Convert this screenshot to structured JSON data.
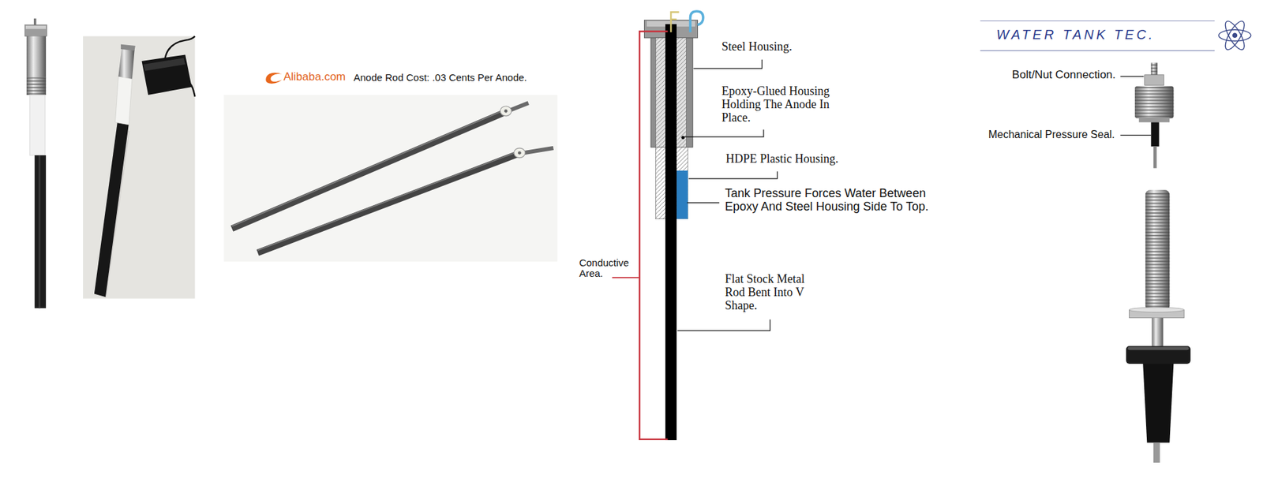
{
  "diagram": {
    "labels": [
      "Alibaba.com",
      "Anode Rod Cost: .03 Cents Per Anode.",
      "Steel Housing.",
      "Epoxy-Glued Housing Holding The Anode In Place.",
      "HDPE Plastic Housing.",
      "Tank Pressure Forces Water Between Epoxy And Steel Housing Side To Top.",
      "Conductive Area.",
      "Flat Stock Metal Rod Bent Into V Shape.",
      "WATER TANK TEC.",
      "Bolt/Nut Connection.",
      "Mechanical Pressure Seal."
    ]
  }
}
